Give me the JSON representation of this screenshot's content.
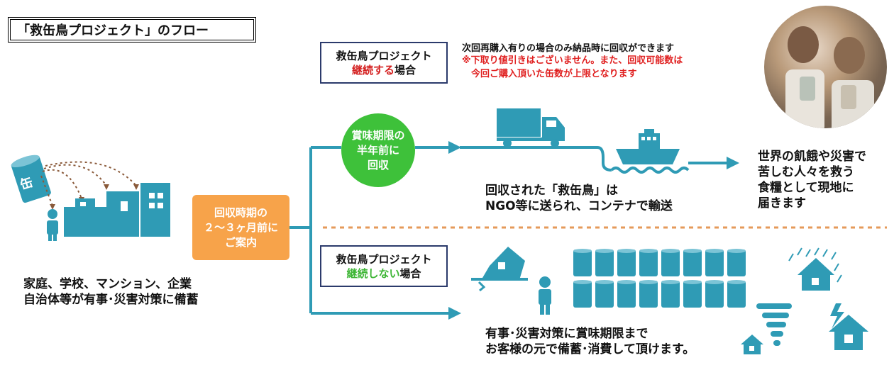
{
  "title": "「救缶鳥プロジェクト」のフロー",
  "continue_box": {
    "line1": "救缶鳥プロジェクト",
    "highlight": "継続する",
    "suffix": "場合"
  },
  "stop_box": {
    "line1": "救缶鳥プロジェクト",
    "highlight": "継続しない",
    "suffix": "場合"
  },
  "note_line1": "次回再購入有りの場合のみ納品時に回収ができます",
  "note_line2": "※下取り値引きはございません。また、回収可能数は",
  "note_line3": "今回ご購入頂いた缶数が上限となります",
  "green_circle": [
    "賞味期限の",
    "半年前に",
    "回収"
  ],
  "orange_box": [
    "回収時期の",
    "２〜３ヶ月前に",
    "ご案内"
  ],
  "can_label": "缶",
  "stockpile_text": [
    "家庭、学校、マンション、企業",
    "自治体等が有事･災害対策に備蓄"
  ],
  "shipping_text": [
    "回収された「救缶鳥」は",
    "NGO等に送られ、コンテナで輸送"
  ],
  "world_text": [
    "世界の飢餓や災害で",
    "苦しむ人々を救う",
    "食糧として現地に",
    "届きます"
  ],
  "disaster_text": [
    "有事･災害対策に賞味期限まで",
    "お客様の元で備蓄･消費して頂けます。"
  ],
  "colors": {
    "teal": "#2f9bb5",
    "green": "#3ec13a",
    "orange": "#f7a34a",
    "red": "#d42020",
    "dotted": "#e59a5a"
  }
}
